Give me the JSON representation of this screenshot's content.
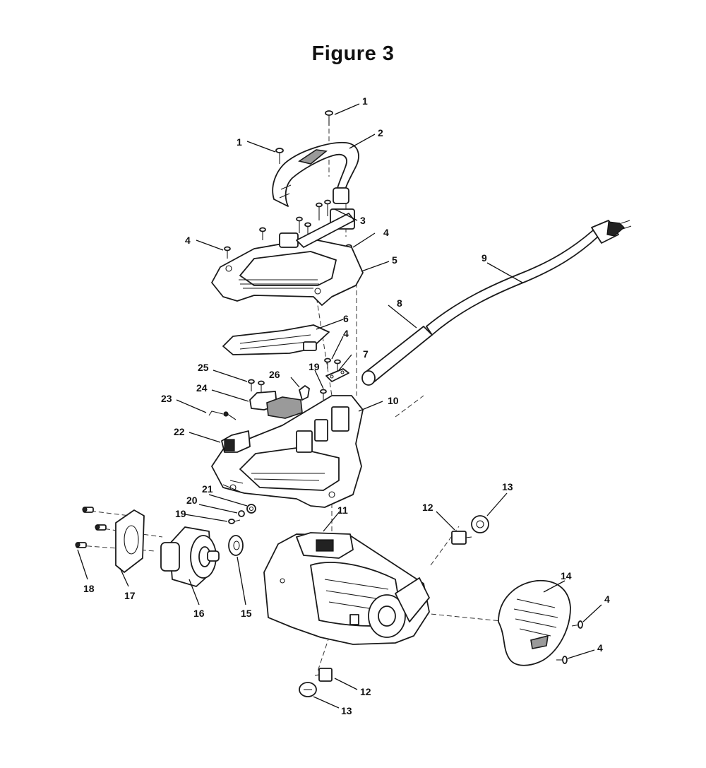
{
  "figure": {
    "title": "Figure 3"
  },
  "callouts": [
    {
      "id": "c1a",
      "text": "1"
    },
    {
      "id": "c1b",
      "text": "1"
    },
    {
      "id": "c2",
      "text": "2"
    },
    {
      "id": "c3",
      "text": "3"
    },
    {
      "id": "c4a",
      "text": "4"
    },
    {
      "id": "c4b",
      "text": "4"
    },
    {
      "id": "c5",
      "text": "5"
    },
    {
      "id": "c6",
      "text": "6"
    },
    {
      "id": "c4c",
      "text": "4"
    },
    {
      "id": "c7",
      "text": "7"
    },
    {
      "id": "c8",
      "text": "8"
    },
    {
      "id": "c9",
      "text": "9"
    },
    {
      "id": "c10",
      "text": "10"
    },
    {
      "id": "c19a",
      "text": "19"
    },
    {
      "id": "c25",
      "text": "25"
    },
    {
      "id": "c26",
      "text": "26"
    },
    {
      "id": "c24",
      "text": "24"
    },
    {
      "id": "c23",
      "text": "23"
    },
    {
      "id": "c22",
      "text": "22"
    },
    {
      "id": "c21",
      "text": "21"
    },
    {
      "id": "c20",
      "text": "20"
    },
    {
      "id": "c19b",
      "text": "19"
    },
    {
      "id": "c11",
      "text": "11"
    },
    {
      "id": "c12a",
      "text": "12"
    },
    {
      "id": "c13a",
      "text": "13"
    },
    {
      "id": "c18",
      "text": "18"
    },
    {
      "id": "c17",
      "text": "17"
    },
    {
      "id": "c16",
      "text": "16"
    },
    {
      "id": "c15",
      "text": "15"
    },
    {
      "id": "c14",
      "text": "14"
    },
    {
      "id": "c4d",
      "text": "4"
    },
    {
      "id": "c4e",
      "text": "4"
    },
    {
      "id": "c12b",
      "text": "12"
    },
    {
      "id": "c13b",
      "text": "13"
    }
  ]
}
